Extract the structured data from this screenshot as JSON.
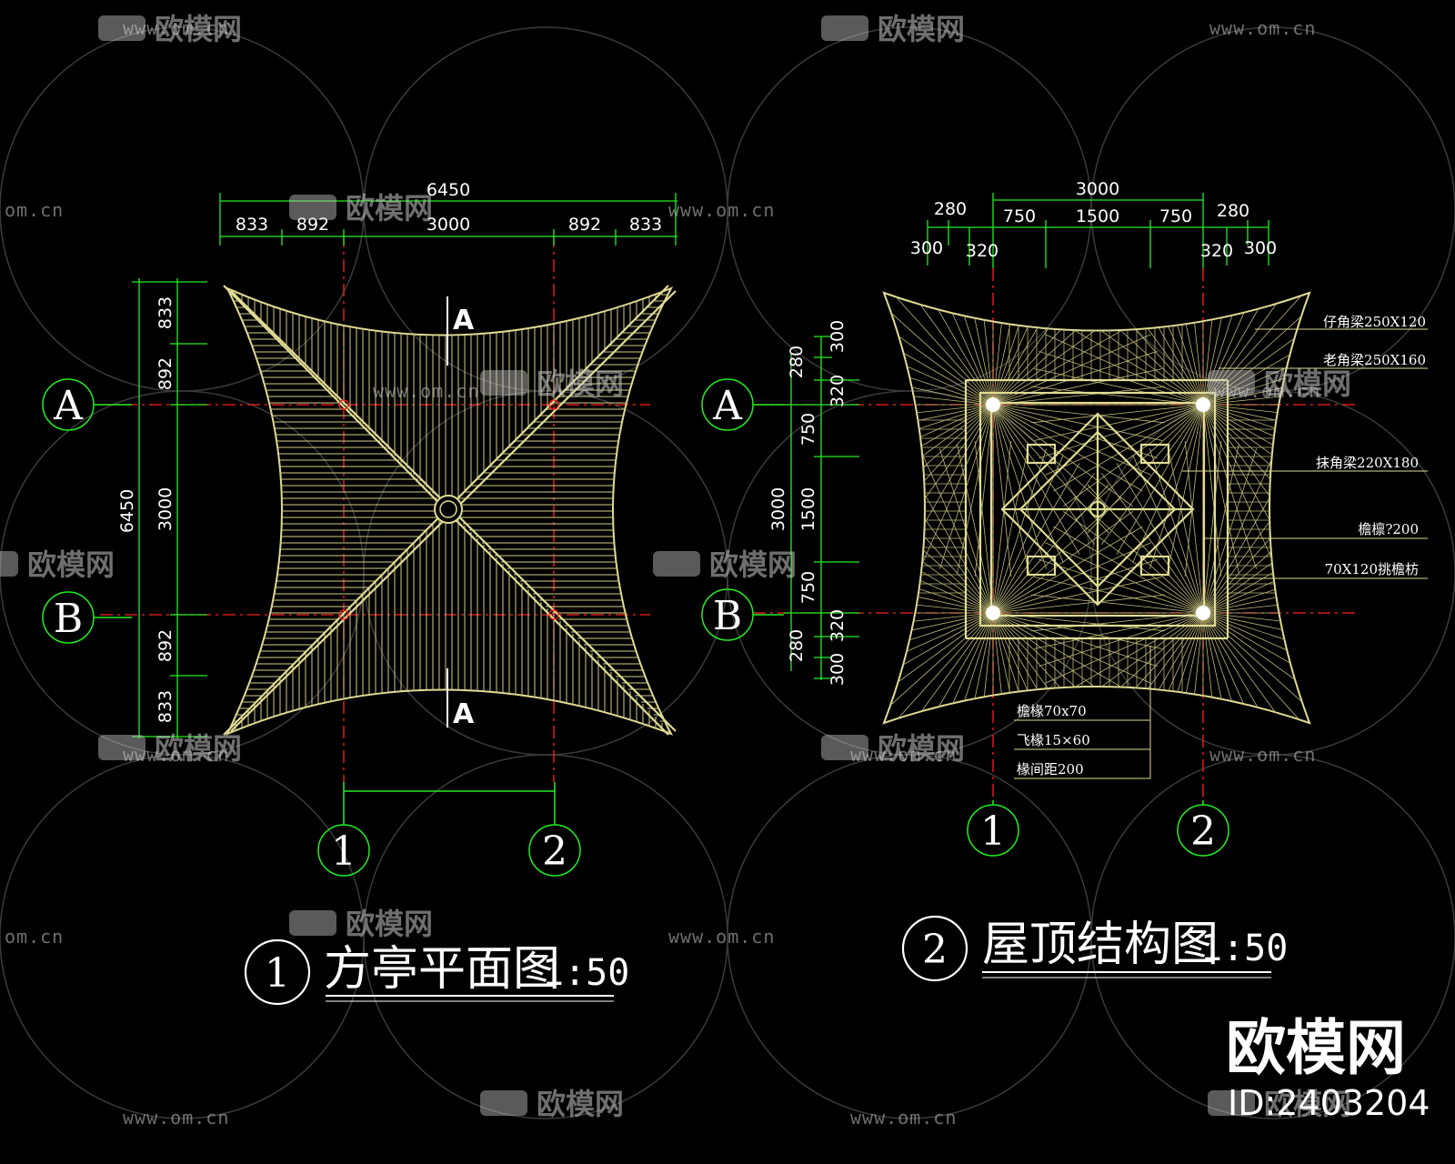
{
  "drawing1": {
    "overall": "6450",
    "top_dims": [
      "833",
      "892",
      "3000",
      "892",
      "833"
    ],
    "left_overall": "6450",
    "left_dims": [
      "833",
      "892",
      "3000",
      "892",
      "833"
    ],
    "section_mark": "A",
    "grid_rows": [
      "A",
      "B"
    ],
    "grid_cols": [
      "1",
      "2"
    ],
    "number": "1",
    "title": "方亭平面图",
    "scale": "1:50"
  },
  "drawing2": {
    "overall": "3000",
    "top_dims_row1": [
      "280",
      "750",
      "1500",
      "750",
      "280"
    ],
    "top_dims_row2": [
      "300",
      "320",
      "320",
      "300"
    ],
    "left_dims_outer": [
      "280",
      "750",
      "3000",
      "1500",
      "750",
      "280"
    ],
    "left_dims_inner": [
      "300",
      "320",
      "320",
      "300"
    ],
    "grid_rows": [
      "A",
      "B"
    ],
    "grid_cols": [
      "1",
      "2"
    ],
    "right_notes": [
      "仔角梁250X120",
      "老角梁250X160",
      "抹角梁220X180",
      "檐檩?200",
      "70X120挑檐枋"
    ],
    "bottom_notes": [
      "檐椽70x70",
      "飞椽15×60",
      "椽间距200"
    ],
    "number": "2",
    "title": "屋顶结构图",
    "scale": "1:50"
  },
  "watermark": {
    "logo_text": "欧模网",
    "url": "www.om.cn",
    "url_partial": "om.cn",
    "brand": "欧模网",
    "id": "ID:2403204"
  },
  "colors": {
    "background": "#000000",
    "dimension": "#00ff00",
    "grid_line": "#ff0000",
    "roof": "#e0dc94",
    "text": "#ffffff",
    "watermark": "#c8c8c8"
  }
}
